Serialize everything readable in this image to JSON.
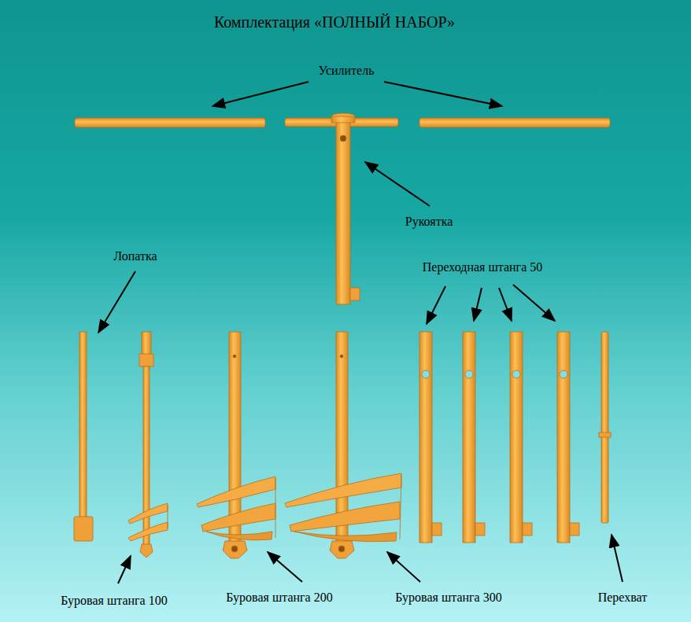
{
  "diagram": {
    "title": "Комплектация «ПОЛНЫЙ НАБОР»",
    "labels": [
      "Усилитель",
      "Рукоятка",
      "Лопатка",
      "Переходная штанга 50",
      "Буровая штанга 100",
      "Буровая штанга 200",
      "Буровая штанга 300",
      "Перехват"
    ]
  }
}
